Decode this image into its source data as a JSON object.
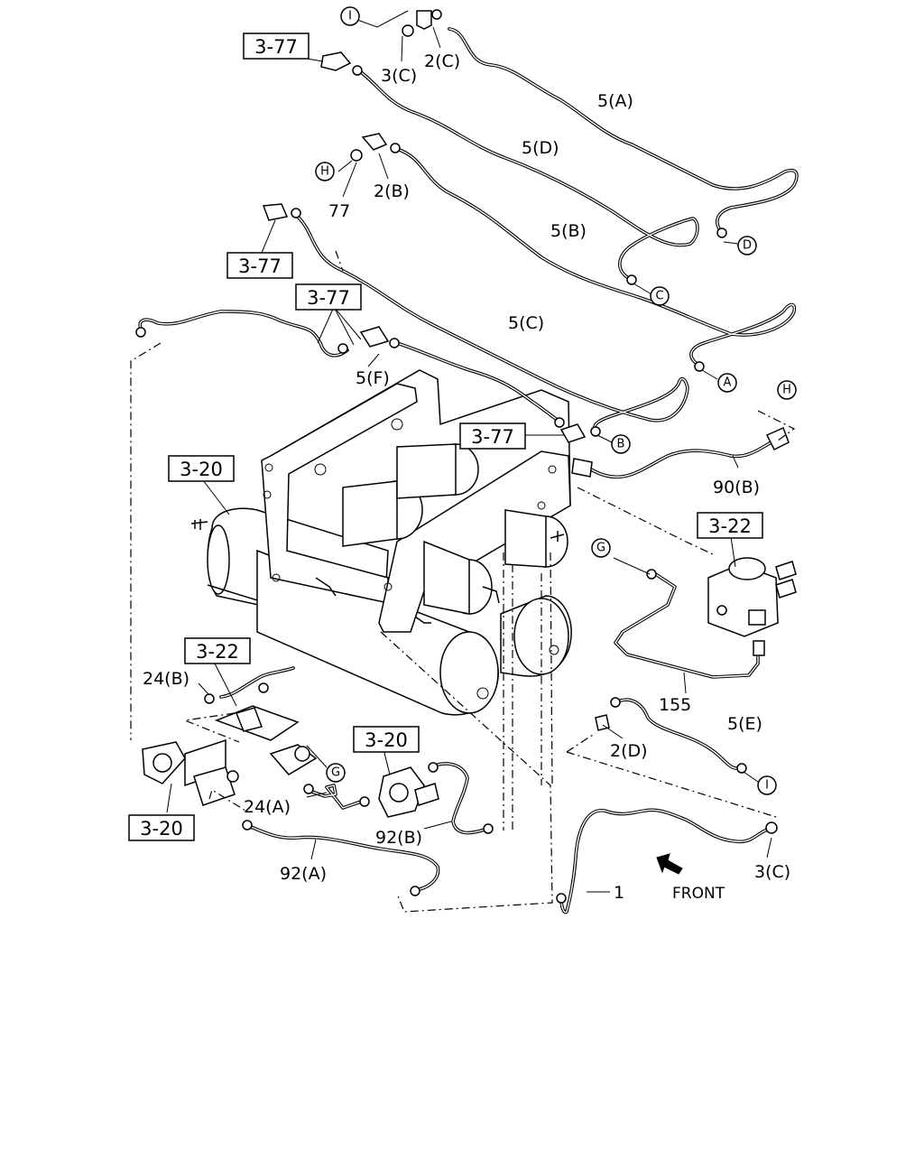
{
  "diagram": {
    "ref_boxes": [
      "3-77",
      "3-77",
      "3-77",
      "3-77",
      "3-20",
      "3-22",
      "3-22",
      "3-20",
      "3-20"
    ],
    "part_labels": [
      "3(C)",
      "2(C)",
      "5(A)",
      "5(D)",
      "77",
      "2(B)",
      "5(B)",
      "5(C)",
      "5(F)",
      "90(B)",
      "155",
      "5(E)",
      "2(D)",
      "24(B)",
      "24(A)",
      "92(B)",
      "92(A)",
      "1",
      "3(C)"
    ],
    "circle_markers": [
      "I",
      "H",
      "D",
      "C",
      "A",
      "B",
      "H",
      "G",
      "G",
      "I"
    ],
    "front_label": "FRONT"
  }
}
